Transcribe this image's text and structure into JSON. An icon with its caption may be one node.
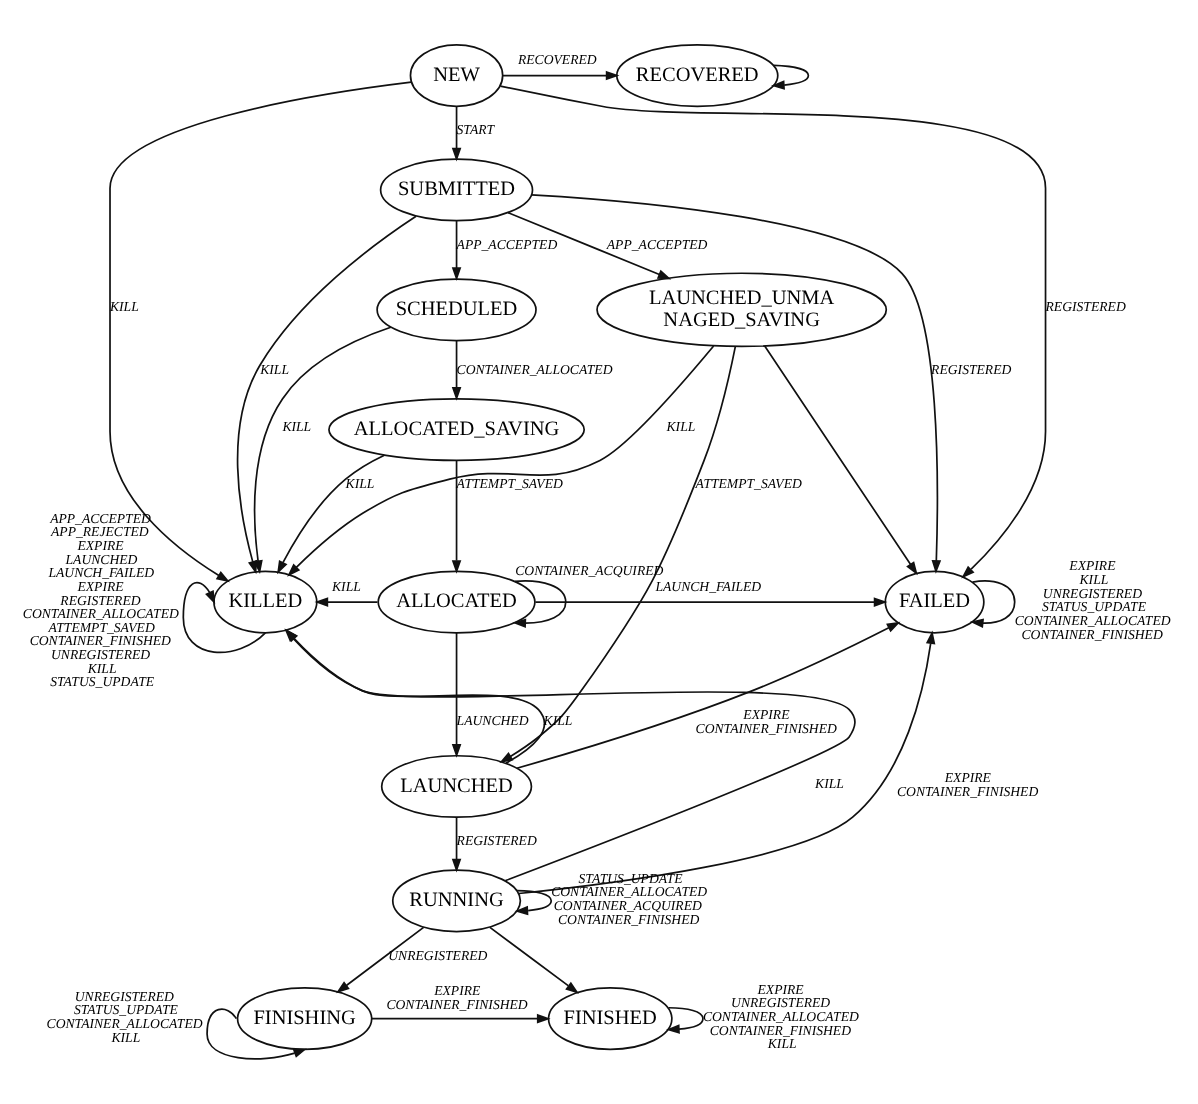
{
  "diagram": {
    "nodes": [
      {
        "text": [
          "NEW"
        ]
      },
      {
        "text": [
          "RECOVERED"
        ]
      },
      {
        "text": [
          "SUBMITTED"
        ]
      },
      {
        "text": [
          "SCHEDULED"
        ]
      },
      {
        "text": [
          "LAUNCHED_UNMA NAGED_SAVING"
        ]
      },
      {
        "text": [
          "ALLOCATED_SAVING"
        ]
      },
      {
        "text": [
          "KILLED"
        ]
      },
      {
        "text": [
          "ALLOCATED"
        ]
      },
      {
        "text": [
          "FAILED"
        ]
      },
      {
        "text": [
          "LAUNCHED"
        ]
      },
      {
        "text": [
          "RUNNING"
        ]
      },
      {
        "text": [
          "FINISHING"
        ]
      },
      {
        "text": [
          "FINISHED"
        ]
      }
    ],
    "edges": [
      {
        "from": 0,
        "to": 1,
        "arrow": "to",
        "label": "RECOVERED"
      },
      {
        "from": 1,
        "to": 1,
        "arrow": "to"
      },
      {
        "from": 0,
        "to": 2,
        "arrow": "to",
        "label": "START"
      },
      {
        "from": 0,
        "to": 6,
        "arrow": "to",
        "label": "KILL"
      },
      {
        "from": 0,
        "to": 8,
        "arrow": "to",
        "label": "REGISTERED"
      },
      {
        "from": 2,
        "to": 3,
        "arrow": "to",
        "label": "APP_ACCEPTED"
      },
      {
        "from": 2,
        "to": 4,
        "arrow": "to",
        "label": "APP_ACCEPTED"
      },
      {
        "from": 2,
        "to": 8,
        "arrow": "to",
        "label": "REGISTERED"
      },
      {
        "from": 2,
        "to": 6,
        "arrow": "to",
        "label": "KILL"
      },
      {
        "from": 3,
        "to": 5,
        "arrow": "to",
        "label": "CONTAINER_ALLOCATED"
      },
      {
        "from": 3,
        "to": 6,
        "arrow": "to",
        "label": "KILL"
      },
      {
        "from": 4,
        "to": 6,
        "arrow": "to",
        "label": "KILL"
      },
      {
        "from": 4,
        "to": 9,
        "arrow": "to",
        "label": "ATTEMPT_SAVED"
      },
      {
        "from": 4,
        "to": 8,
        "arrow": "to"
      },
      {
        "from": 5,
        "to": 7,
        "arrow": "to",
        "label": "ATTEMPT_SAVED"
      },
      {
        "from": 5,
        "to": 6,
        "arrow": "to",
        "label": "KILL"
      },
      {
        "from": 7,
        "to": 7,
        "arrow": "to",
        "label": "CONTAINER_ACQUIRED"
      },
      {
        "from": 7,
        "to": 8,
        "arrow": "to",
        "label": "LAUNCH_FAILED"
      },
      {
        "from": 7,
        "to": 9,
        "arrow": "to",
        "label": "LAUNCHED"
      },
      {
        "from": 7,
        "to": 6,
        "arrow": "to",
        "label": "KILL"
      },
      {
        "from": 9,
        "to": 8,
        "arrow": "to",
        "label": "EXPIRE CONTAINER_FINISHED"
      },
      {
        "from": 9,
        "to": 10,
        "arrow": "to",
        "label": "REGISTERED"
      },
      {
        "from": 9,
        "to": 6,
        "arrow": "to",
        "label": "KILL"
      },
      {
        "from": 10,
        "to": 10,
        "arrow": "to",
        "label": "STATUS_UPDATE CONTAINER_ALLOCATED CONTAINER_ACQUIRED CONTAINER_FINISHED"
      },
      {
        "from": 10,
        "to": 8,
        "arrow": "to",
        "label": "EXPIRE CONTAINER_FINISHED"
      },
      {
        "from": 10,
        "to": 6,
        "arrow": "to",
        "label": "KILL"
      },
      {
        "from": 10,
        "to": 11,
        "arrow": "to",
        "label": "UNREGISTERED"
      },
      {
        "from": 10,
        "to": 12,
        "arrow": "to"
      },
      {
        "from": 11,
        "to": 12,
        "arrow": "to",
        "label": "EXPIRE CONTAINER_FINISHED"
      },
      {
        "from": 11,
        "to": 11,
        "arrow": "to",
        "label": "UNREGISTERED STATUS_UPDATE CONTAINER_ALLOCATED KILL"
      },
      {
        "from": 12,
        "to": 12,
        "arrow": "to",
        "label": "EXPIRE UNREGISTERED CONTAINER_ALLOCATED CONTAINER_FINISHED KILL"
      },
      {
        "from": 8,
        "to": 8,
        "arrow": "to",
        "label": "EXPIRE KILL UNREGISTERED STATUS_UPDATE CONTAINER_ALLOCATED CONTAINER_FINISHED"
      },
      {
        "from": 6,
        "to": 6,
        "arrow": "to",
        "label": "APP_ACCEPTED APP_REJECTED EXPIRE LAUNCHED LAUNCH_FAILED EXPIRE REGISTERED CONTAINER_ALLOCATED ATTEMPT_SAVED CONTAINER_FINISHED UNREGISTERED KILL STATUS_UPDATE"
      }
    ]
  }
}
